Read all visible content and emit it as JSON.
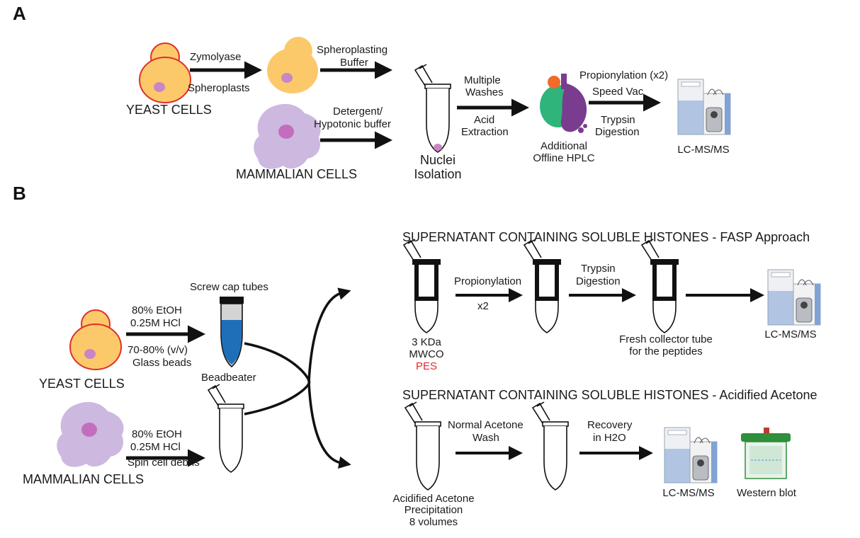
{
  "panels": {
    "a": "A",
    "b": "B"
  },
  "panel_a": {
    "yeast_cells": "YEAST CELLS",
    "mammalian_cells": "MAMMALIAN CELLS",
    "zymolyase": "Zymolyase",
    "spheroplasts": "Spheroplasts",
    "spheroplasting_buffer_1": "Spheroplasting",
    "spheroplasting_buffer_2": "Buffer",
    "detergent_1": "Detergent/",
    "detergent_2": "Hypotonic buffer",
    "nuclei_1": "Nuclei",
    "nuclei_2": "Isolation",
    "washes_1": "Multiple",
    "washes_2": "Washes",
    "acid_1": "Acid",
    "acid_2": "Extraction",
    "hplc_1": "Additional",
    "hplc_2": "Offline HPLC",
    "propionylation": "Propionylation (x2)",
    "speed_vac": "Speed Vac",
    "trypsin_1": "Trypsin",
    "trypsin_2": "Digestion",
    "lcms": "LC-MS/MS"
  },
  "panel_b": {
    "yeast_cells": "YEAST CELLS",
    "mammalian_cells": "MAMMALIAN CELLS",
    "screw_cap": "Screw cap tubes",
    "yeast_reagent_1": "80% EtOH",
    "yeast_reagent_2": "0.25M HCl",
    "glass_beads_1": "70-80% (v/v)",
    "glass_beads_2": "Glass beads",
    "beadbeater": "Beadbeater",
    "mam_reagent_1": "80% EtOH",
    "mam_reagent_2": "0.25M HCl",
    "spin": "Spin cell debris",
    "fasp_title": "SUPERNATANT CONTAINING SOLUBLE HISTONES -  FASP Approach",
    "kda_1": "3 KDa",
    "kda_2": "MWCO",
    "kda_3": "PES",
    "propionylation": "Propionylation",
    "x2": "x2",
    "trypsin_1": "Trypsin",
    "trypsin_2": "Digestion",
    "fresh_1": "Fresh collector tube",
    "fresh_2": "for the peptides",
    "lcms_fasp": "LC-MS/MS",
    "acetone_title": "SUPERNATANT CONTAINING SOLUBLE HISTONES - Acidified Acetone",
    "precip_1": "Acidified Acetone",
    "precip_2": "Precipitation",
    "precip_3": "8 volumes",
    "wash_1": "Normal Acetone",
    "wash_2": "Wash",
    "recovery_1": "Recovery",
    "recovery_2": "in H2O",
    "lcms_acetone": "LC-MS/MS",
    "western": "Western blot"
  },
  "colors": {
    "yeast_fill": "#fcc96a",
    "yeast_outline": "#e0302a",
    "nucleus": "#c986c6",
    "mammalian_fill": "#cdb8e0",
    "mammalian_nucleus": "#c46dbe",
    "filter_black": "#111111",
    "bead_blue": "#1f6fb8",
    "hplc_green": "#2fb57b",
    "hplc_purple": "#7a3c8e",
    "hplc_orange": "#f26b2a",
    "ms_blue": "#7fa3d6",
    "blot_green": "#2f8f3a",
    "pes_red": "#e02a2a"
  }
}
